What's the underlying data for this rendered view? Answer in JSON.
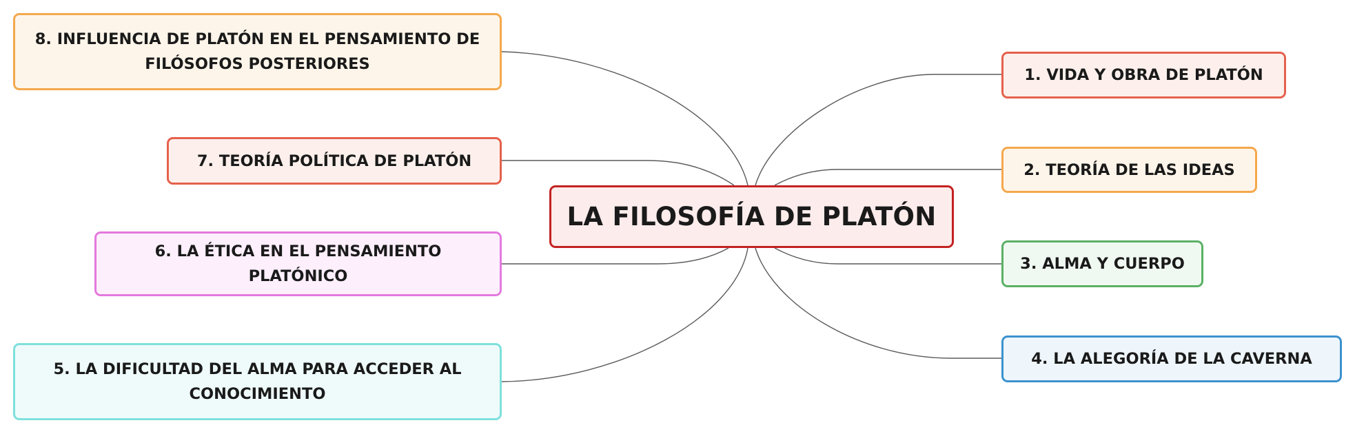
{
  "central": {
    "label": "LA FILOSOFÍA DE PLATÓN",
    "color": "#c42121",
    "fill": "#fdecec"
  },
  "topics": [
    {
      "id": "n1",
      "label": "1. VIDA Y OBRA DE PLATÓN",
      "color": "#e5604c"
    },
    {
      "id": "n2",
      "label": "2. TEORÍA DE LAS IDEAS",
      "color": "#f4a84c"
    },
    {
      "id": "n3",
      "label": "3. ALMA Y CUERPO",
      "color": "#5bb065"
    },
    {
      "id": "n4",
      "label": "4. LA ALEGORÍA DE LA CAVERNA",
      "color": "#3b91cd"
    },
    {
      "id": "n5",
      "label": "5. LA DIFICULTAD DEL ALMA PARA ACCEDER AL CONOCIMIENTO",
      "color": "#7ee0dc"
    },
    {
      "id": "n6",
      "label": "6. LA ÉTICA EN EL PENSAMIENTO PLATÓNICO",
      "color": "#e379de"
    },
    {
      "id": "n7",
      "label": "7. TEORÍA POLÍTICA DE PLATÓN",
      "color": "#e5604c"
    },
    {
      "id": "n8",
      "label": "8. INFLUENCIA DE PLATÓN EN EL PENSAMIENTO DE FILÓSOFOS POSTERIORES",
      "color": "#f4a84c"
    }
  ],
  "connector_color": "#5a5a5a"
}
